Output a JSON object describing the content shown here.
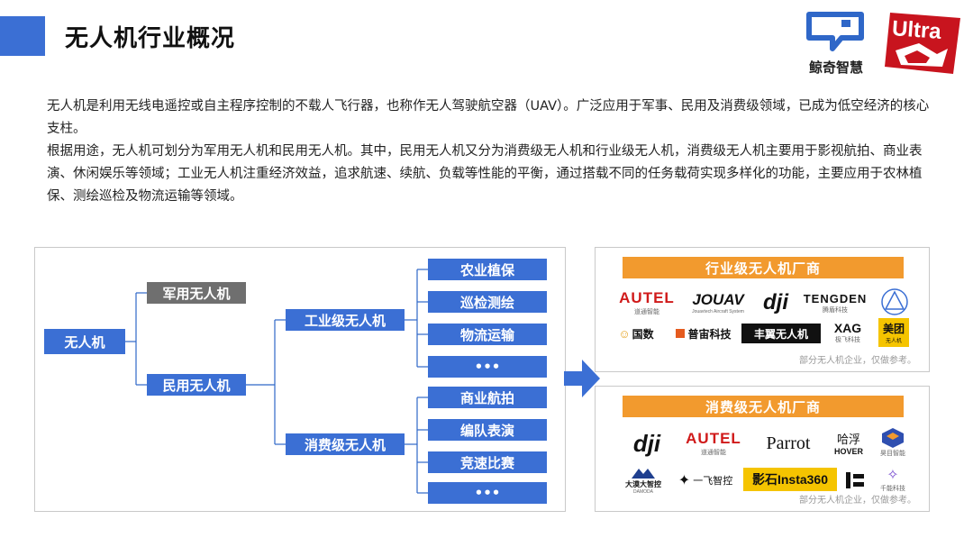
{
  "page": {
    "title": "无人机行业概况"
  },
  "logos": {
    "jingqi": "鲸奇智慧",
    "ultra": "Ultra"
  },
  "intro": {
    "paragraph1": "无人机是利用无线电遥控或自主程序控制的不载人飞行器，也称作无人驾驶航空器（UAV）。广泛应用于军事、民用及消费级领域，已成为低空经济的核心支柱。",
    "paragraph2": "根据用途，无人机可划分为军用无人机和民用无人机。其中，民用无人机又分为消费级无人机和行业级无人机，消费级无人机主要用于影视航拍、商业表演、休闲娱乐等领域；工业无人机注重经济效益，追求航速、续航、负载等性能的平衡，通过搭载不同的任务载荷实现多样化的功能，主要应用于农林植保、测绘巡检及物流运输等领域。"
  },
  "tree": {
    "root": "无人机",
    "military": "军用无人机",
    "civil": "民用无人机",
    "industrial": "工业级无人机",
    "consumer": "消费级无人机",
    "industrial_uses": [
      "农业植保",
      "巡检测绘",
      "物流运输",
      "•••"
    ],
    "consumer_uses": [
      "商业航拍",
      "编队表演",
      "竞速比赛",
      "•••"
    ]
  },
  "industry_vendors": {
    "title": "行业级无人机厂商",
    "note": "部分无人机企业，仅做参考。",
    "autel": "AUTEL",
    "autel_sub": "道通智能",
    "jouav": "JOUAV",
    "jouav_sub": "Jouavtech Aircraft System",
    "dji": "dji",
    "tengden": "TENGDEN",
    "tengden_sub": "腾盾科技",
    "guoqing": "国数",
    "puyou": "普宙科技",
    "fengyi": "丰翼无人机",
    "xag": "XAG",
    "xag_sub": "极飞科技",
    "meituan": "美团",
    "meituan_sub": "无人机"
  },
  "consumer_vendors": {
    "title": "消费级无人机厂商",
    "note": "部分无人机企业，仅做参考。",
    "dji": "dji",
    "autel": "AUTEL",
    "autel_sub": "道通智能",
    "parrot": "Parrot",
    "hover_cn": "哈浮",
    "hover": "HOVER",
    "hg_sub": "昊目智能",
    "dahua": "大漠大智控",
    "dahua_sub": "DAMODA",
    "yifei": "一飞智控",
    "insta": "影石Insta360",
    "hx_sub": "千能科技"
  },
  "colors": {
    "accent_blue": "#3b6fd4",
    "gray_node": "#6f6f6f",
    "orange": "#f29a2e",
    "ultra_red": "#c8141e"
  }
}
